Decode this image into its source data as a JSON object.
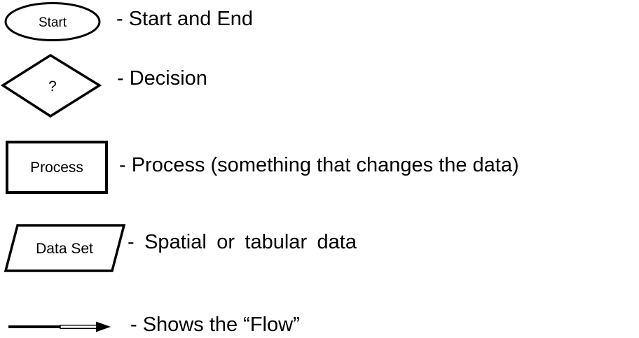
{
  "legend": {
    "items": [
      {
        "shape": "ellipse",
        "shape_label": "Start",
        "description": "- Start and End"
      },
      {
        "shape": "diamond",
        "shape_label": "?",
        "description": "- Decision"
      },
      {
        "shape": "rectangle",
        "shape_label": "Process",
        "description": "- Process (something that changes the data)"
      },
      {
        "shape": "parallelogram",
        "shape_label": "Data Set",
        "description": "- Spatial or tabular data"
      },
      {
        "shape": "arrow",
        "shape_label": "",
        "description": "- Shows the “Flow”"
      }
    ]
  },
  "colors": {
    "stroke": "#000000",
    "background": "#ffffff",
    "text": "#000000"
  }
}
